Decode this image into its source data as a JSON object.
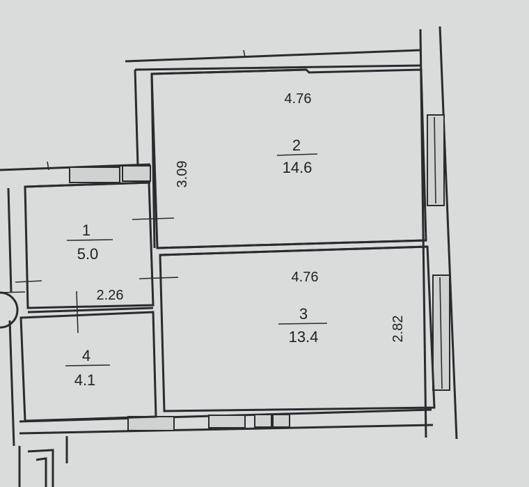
{
  "rooms": [
    {
      "number": "1",
      "area": "5.0"
    },
    {
      "number": "2",
      "area": "14.6"
    },
    {
      "number": "3",
      "area": "13.4"
    },
    {
      "number": "4",
      "area": "4.1"
    }
  ],
  "dimensions": {
    "room2_width": "4.76",
    "room2_depth": "3.09",
    "room3_width": "4.76",
    "room3_depth": "2.82",
    "corridor_width": "2.26"
  },
  "colors": {
    "paper": "#d9dcdb",
    "ink": "#2a2b2d"
  }
}
